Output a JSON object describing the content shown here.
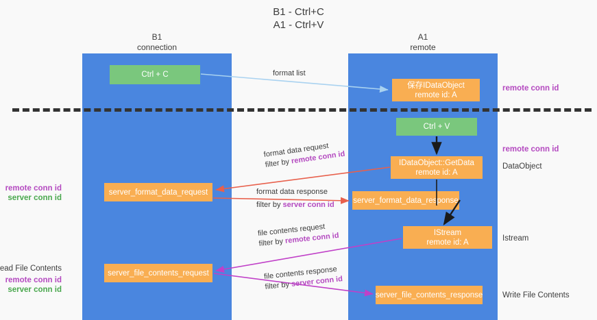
{
  "title": {
    "line1": "B1 - Ctrl+C",
    "line2": "A1 - Ctrl+V"
  },
  "columns": [
    {
      "id": "b1",
      "name": "B1",
      "subtitle": "connection",
      "color": "#4a86df"
    },
    {
      "id": "a1",
      "name": "A1",
      "subtitle": "remote",
      "color": "#4a86df"
    }
  ],
  "nodes": {
    "ctrl_c": {
      "label": "Ctrl + C",
      "color": "#7ac77d"
    },
    "idataobject": {
      "line1": "保存IDataObject",
      "line2": "remote id: A",
      "color": "#f9ae52"
    },
    "ctrl_v": {
      "label": "Ctrl + V",
      "color": "#7ac77d"
    },
    "getdata": {
      "line1": "IDataObject::GetData",
      "line2": "remote id: A",
      "color": "#f9ae52"
    },
    "server_format_data_request": {
      "label": "server_format_data_request",
      "color": "#f9ae52"
    },
    "server_format_data_response": {
      "label": "server_format_data_response",
      "color": "#f9ae52"
    },
    "istream": {
      "line1": "IStream",
      "line2": "remote id: A",
      "color": "#f9ae52"
    },
    "server_file_contents_request": {
      "label": "server_file_contents_request",
      "color": "#f9ae52"
    },
    "server_file_contents_response": {
      "label": "server_file_contents_response",
      "color": "#f9ae52"
    }
  },
  "edges": {
    "format_list": {
      "label": "format list",
      "color": "#a9d2f0"
    },
    "format_data_request": {
      "label": "format data request",
      "filter_prefix": "filter by ",
      "filter_key": "remote conn id",
      "color": "#e8604c"
    },
    "format_data_response": {
      "label": "format data response",
      "filter_prefix": "filter by ",
      "filter_key": "server conn id",
      "color": "#e8604c"
    },
    "file_contents_request": {
      "label": "file contents request",
      "filter_prefix": "filter by ",
      "filter_key": "remote conn id",
      "color": "#c040c8"
    },
    "file_contents_response": {
      "label": "file contents response",
      "filter_prefix": "filter by ",
      "filter_key": "server conn id",
      "color": "#c040c8"
    }
  },
  "right_notes": {
    "remote_conn_id_1": "remote conn id",
    "remote_conn_id_2": "remote conn id",
    "dataobject": "DataObject",
    "istream": "Istream",
    "write_file_contents": "Write File Contents"
  },
  "left_notes": {
    "remote_conn_id_1": "remote conn id",
    "server_conn_id_1": "server conn id",
    "read_file_contents": "Read File Contents",
    "remote_conn_id_2": "remote conn id",
    "server_conn_id_2": "server conn id"
  },
  "colors": {
    "column_blue": "#4a86df",
    "node_green": "#7ac77d",
    "node_orange": "#f9ae52",
    "key_purple": "#b44ac0",
    "key_green": "#4aa84e",
    "arrow_red": "#e8604c",
    "arrow_magenta": "#c040c8",
    "arrow_lightblue": "#a9d2f0",
    "arrow_black": "#1a1a1a",
    "background": "#f9f9f9",
    "dashed_separator": "#333333"
  }
}
